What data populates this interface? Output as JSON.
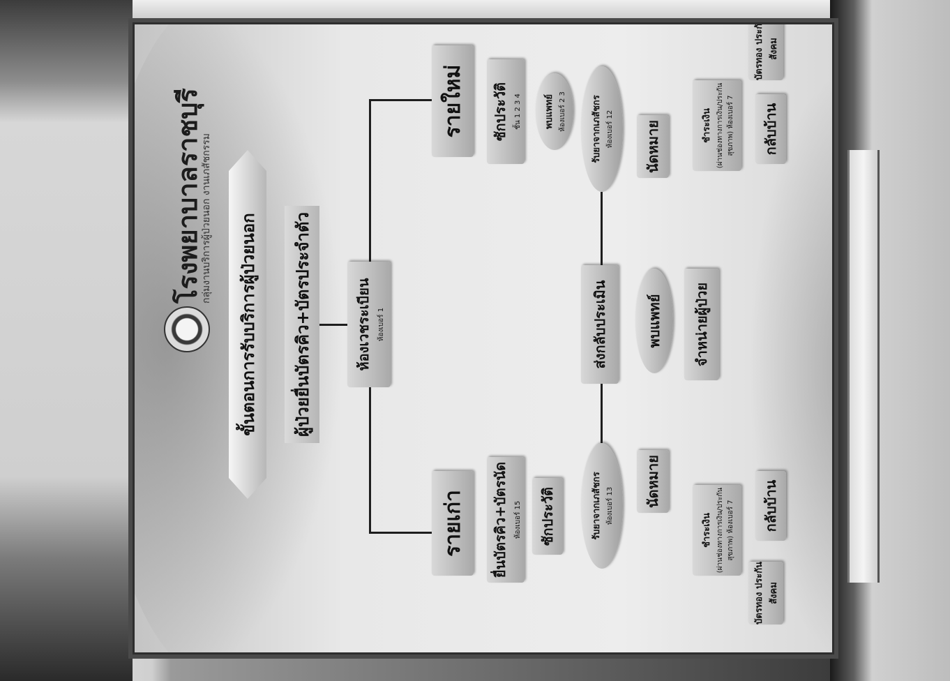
{
  "poster": {
    "title": "โรงพยาบาลราชบุรี",
    "subtitle": "กลุ่มงานบริการผู้ป่วยนอก งานเภสัชกรรม",
    "banner": "ขั้นตอนการรับบริการผู้ป่วยนอก",
    "heading": "ผู้ป่วยยื่นบัตรคิว+บัตรประจำตัว",
    "registration": {
      "label": "ห้องเวชระเบียน",
      "sub": "ห้องเบอร์ 1"
    },
    "new_patient": "รายใหม่",
    "old_patient": "รายเก่า",
    "new_history": {
      "label": "ซักประวัติ",
      "sub": "ชั้น 1 2 3 4"
    },
    "old_submit": {
      "label": "ยื่นบัตรคิว+บัตรนัด",
      "sub": "ห้องเบอร์ 15"
    },
    "doctor_new": {
      "label": "พบแพทย์",
      "sub": "ห้องเบอร์ 2 3"
    },
    "old_history": "ซักประวัติ",
    "pharmacy_left": {
      "label": "รับยาจากเภสัชกร",
      "sub": "ห้องเบอร์ 12"
    },
    "pharmacy_right": {
      "label": "รับยาจากเภสัชกร",
      "sub": "ห้องเบอร์ 13"
    },
    "send_assess": "ส่งกลับประเมิน",
    "doctor_center": "พบแพทย์",
    "admit": "จำหน่ายผู้ป่วย",
    "appointment_left": "นัดหมาย",
    "appointment_right": "นัดหมาย",
    "pay_left": {
      "label": "ชำระเงิน",
      "sub": "(ผ่านช่องทางการเงิน/ประกันสุขภาพ) ห้องเบอร์ 7"
    },
    "pay_right": {
      "label": "ชำระเงิน",
      "sub": "(ผ่านช่องทางการเงิน/ประกันสุขภาพ) ห้องเบอร์ 7"
    },
    "insurance_left": "บัตรทอง ประกันสังคม",
    "insurance_right": "บัตรทอง ประกันสังคม",
    "home_left": "กลับบ้าน",
    "home_right": "กลับบ้าน"
  }
}
